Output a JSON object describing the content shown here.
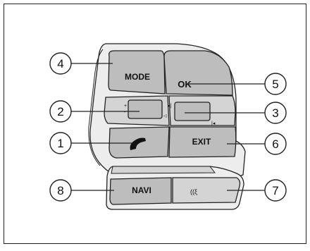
{
  "buttons": {
    "mode": "MODE",
    "ok": "OK",
    "exit": "EXIT",
    "navi": "NAVI"
  },
  "callouts": [
    "1",
    "2",
    "3",
    "4",
    "5",
    "6",
    "7",
    "8"
  ],
  "icons": {
    "phone": "phone-handset-icon",
    "voice": "voice-command-icon",
    "volume": "volume-plus-minus-icon",
    "track": "track-skip-icon"
  }
}
